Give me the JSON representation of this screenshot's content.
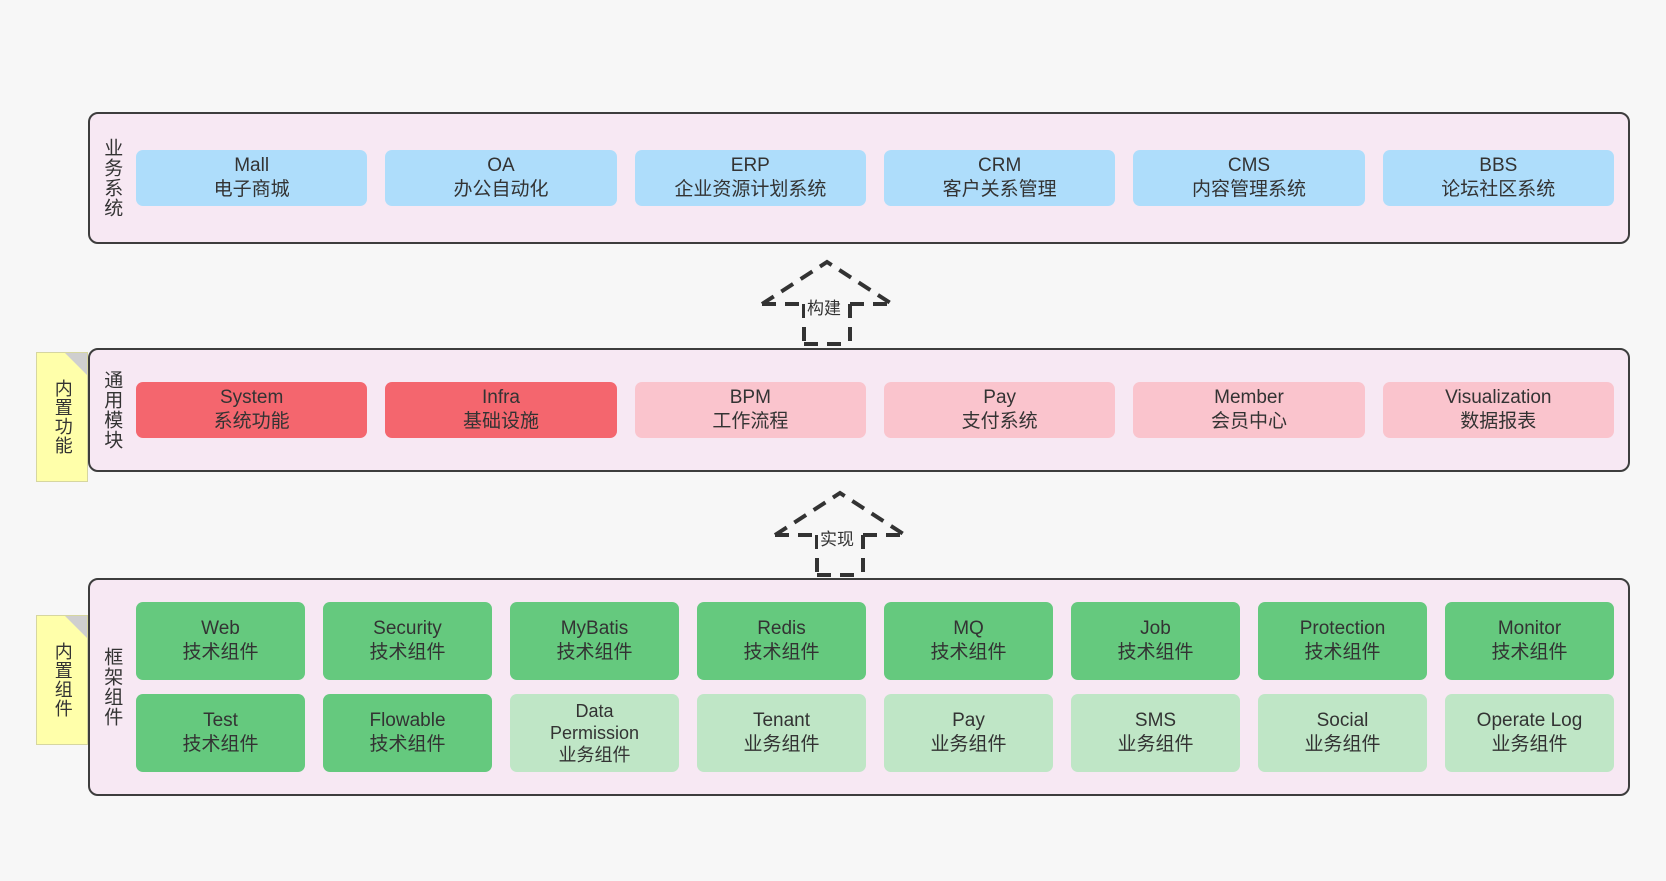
{
  "diagram": {
    "background": "#f7f7f7",
    "layer_fill": "#f7e8f3",
    "layer_border": "#3d3d3d",
    "note_fill": "#ffffaa",
    "colors": {
      "business_system": "#aeddfb",
      "core_module_strong": "#f4666e",
      "core_module_light": "#fac4cd",
      "tech_component": "#65c97e",
      "biz_component": "#bfe6c6"
    }
  },
  "layers": [
    {
      "id": "business-system",
      "title": "业务系统",
      "rows": [
        {
          "cards": [
            {
              "name": "Mall",
              "desc": "电子商城",
              "color": "blue"
            },
            {
              "name": "OA",
              "desc": "办公自动化",
              "color": "blue"
            },
            {
              "name": "ERP",
              "desc": "企业资源计划系统",
              "color": "blue"
            },
            {
              "name": "CRM",
              "desc": "客户关系管理",
              "color": "blue"
            },
            {
              "name": "CMS",
              "desc": "内容管理系统",
              "color": "blue"
            },
            {
              "name": "BBS",
              "desc": "论坛社区系统",
              "color": "blue"
            }
          ]
        }
      ]
    },
    {
      "id": "common-module",
      "title": "通用模块",
      "note": "内置功能",
      "rows": [
        {
          "cards": [
            {
              "name": "System",
              "desc": "系统功能",
              "color": "red"
            },
            {
              "name": "Infra",
              "desc": "基础设施",
              "color": "red"
            },
            {
              "name": "BPM",
              "desc": "工作流程",
              "color": "pink"
            },
            {
              "name": "Pay",
              "desc": "支付系统",
              "color": "pink"
            },
            {
              "name": "Member",
              "desc": "会员中心",
              "color": "pink"
            },
            {
              "name": "Visualization",
              "desc": "数据报表",
              "color": "pink"
            }
          ]
        }
      ]
    },
    {
      "id": "framework-component",
      "title": "框架组件",
      "note": "内置组件",
      "rows": [
        {
          "cards": [
            {
              "name": "Web",
              "desc": "技术组件",
              "color": "green"
            },
            {
              "name": "Security",
              "desc": "技术组件",
              "color": "green"
            },
            {
              "name": "MyBatis",
              "desc": "技术组件",
              "color": "green"
            },
            {
              "name": "Redis",
              "desc": "技术组件",
              "color": "green"
            },
            {
              "name": "MQ",
              "desc": "技术组件",
              "color": "green"
            },
            {
              "name": "Job",
              "desc": "技术组件",
              "color": "green"
            },
            {
              "name": "Protection",
              "desc": "技术组件",
              "color": "green"
            },
            {
              "name": "Monitor",
              "desc": "技术组件",
              "color": "green"
            }
          ]
        },
        {
          "cards": [
            {
              "name": "Test",
              "desc": "技术组件",
              "color": "green"
            },
            {
              "name": "Flowable",
              "desc": "技术组件",
              "color": "green"
            },
            {
              "name": "Data Permission",
              "desc": "业务组件",
              "color": "greenlight"
            },
            {
              "name": "Tenant",
              "desc": "业务组件",
              "color": "greenlight"
            },
            {
              "name": "Pay",
              "desc": "业务组件",
              "color": "greenlight"
            },
            {
              "name": "SMS",
              "desc": "业务组件",
              "color": "greenlight"
            },
            {
              "name": "Social",
              "desc": "业务组件",
              "color": "greenlight"
            },
            {
              "name": "Operate Log",
              "desc": "业务组件",
              "color": "greenlight"
            }
          ]
        }
      ]
    }
  ],
  "connectors": [
    {
      "id": "build",
      "label": "构建"
    },
    {
      "id": "implement",
      "label": "实现"
    }
  ]
}
